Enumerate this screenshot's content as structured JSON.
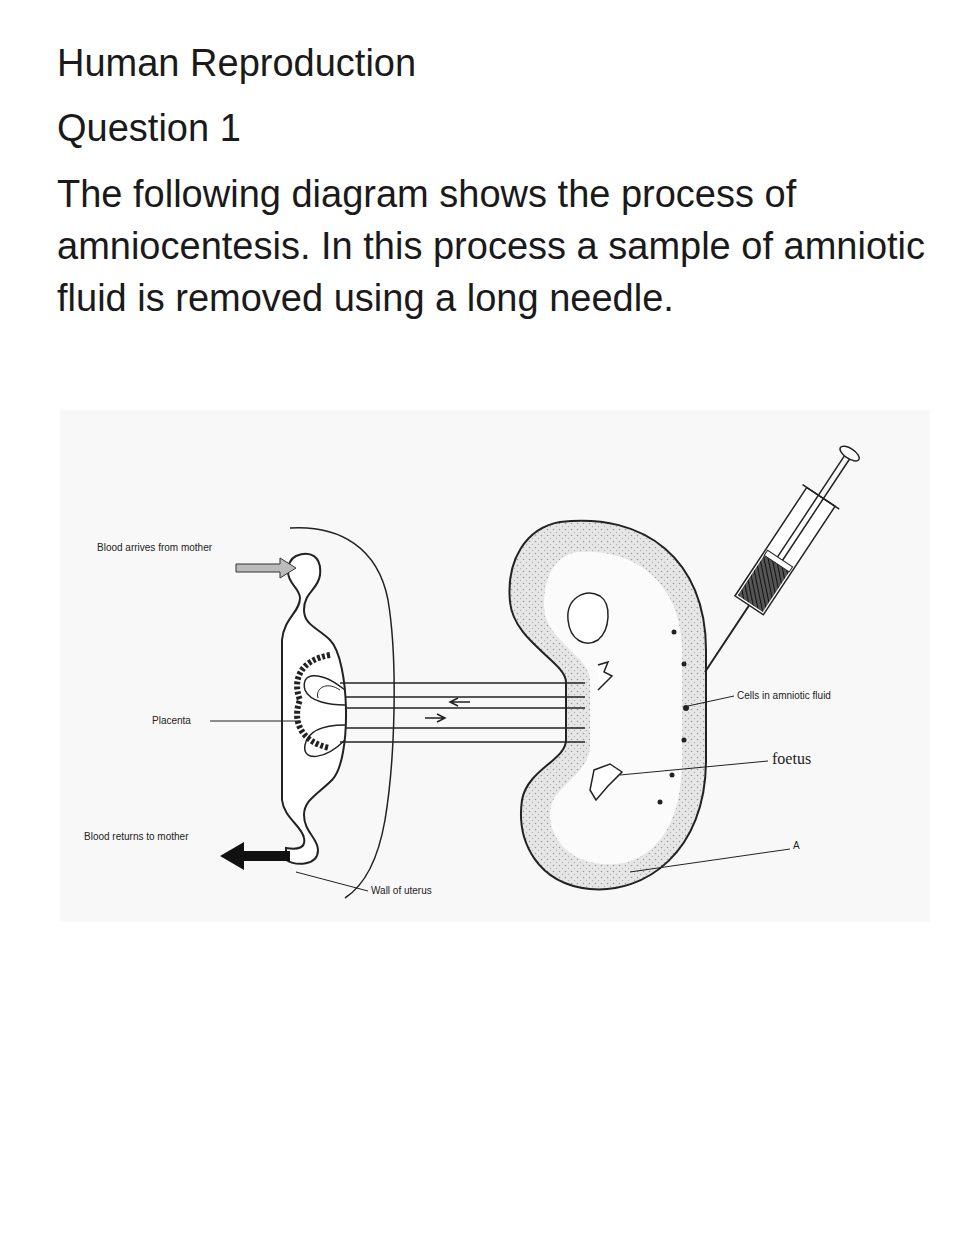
{
  "diagram": {
    "title": "Human Reproduction",
    "labels": [
      "Question 1",
      "The following diagram shows the process of amniocentesis. In this process a sample of amniotic fluid is removed using a long needle.",
      "Blood arrives from mother",
      "Placenta",
      "Blood returns to mother",
      "Wall of uterus",
      "Cells in amniotic fluid",
      "foetus",
      "A"
    ]
  }
}
